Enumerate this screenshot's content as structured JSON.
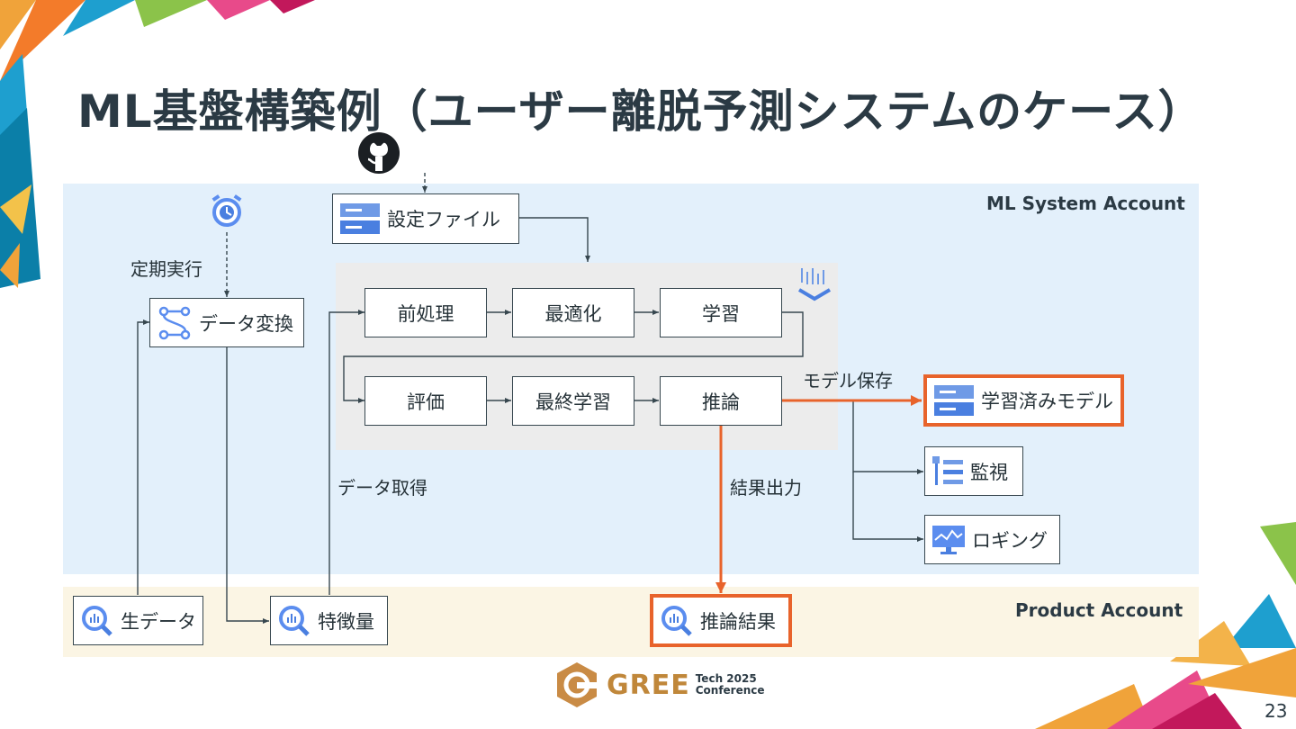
{
  "title": "ML基盤構築例（ユーザー離脱予測システムのケース）",
  "regions": {
    "ml_account": "ML System Account",
    "product_account": "Product Account"
  },
  "nodes": {
    "config_file": "設定ファイル",
    "data_transform": "データ変換",
    "preprocess": "前処理",
    "optimize": "最適化",
    "train": "学習",
    "evaluate": "評価",
    "final_train": "最終学習",
    "inference": "推論",
    "trained_model": "学習済みモデル",
    "monitoring": "監視",
    "logging": "ロギング",
    "raw_data": "生データ",
    "features": "特徴量",
    "inference_result": "推論結果"
  },
  "edge_labels": {
    "scheduled": "定期実行",
    "data_fetch": "データ取得",
    "save_model": "モデル保存",
    "output_result": "結果出力"
  },
  "icons": {
    "github": "github-icon",
    "scheduler": "alarm-clock-icon",
    "storage": "storage-icon",
    "pipeline": "vertex-pipeline-icon",
    "bigquery": "bigquery-icon",
    "monitoring": "monitoring-icon",
    "logging": "logging-icon"
  },
  "colors": {
    "highlight": "#e8632b",
    "ml_region": "#e3f0fb",
    "product_region": "#fbf5e4",
    "node_border": "#37474f"
  },
  "logo": {
    "word": "GREE",
    "line1": "Tech 2025",
    "line2": "Conference"
  },
  "page_number": "23"
}
